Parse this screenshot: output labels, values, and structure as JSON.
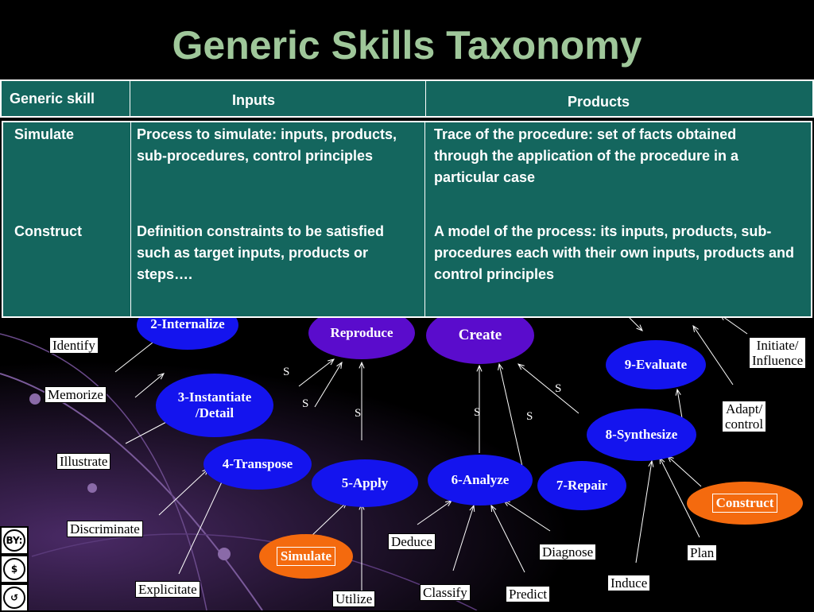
{
  "title": "Generic Skills Taxonomy",
  "table": {
    "headers": {
      "skill": "Generic  skill",
      "inputs": "Inputs",
      "products": "Products"
    },
    "rows": [
      {
        "skill": "Simulate",
        "inputs": "Process to simulate: inputs, products, sub-procedures, control principles",
        "products": "Trace of the procedure: set of facts obtained through the application of the procedure in a particular case"
      },
      {
        "skill": "Construct",
        "inputs": "Definition constraints to be satisfied such as target inputs, products or steps….",
        "products": "A model of the process: its inputs, products, sub-procedures each with their own inputs, products and control principles"
      }
    ]
  },
  "nodes": {
    "internalize": "2-Internalize",
    "reproduce": "Reproduce",
    "create": "Create",
    "evaluate": "9-Evaluate",
    "instantiate": "3-Instantiate\n/Detail",
    "synthesize": "8-Synthesize",
    "transpose": "4-Transpose",
    "apply": "5-Apply",
    "analyze": "6-Analyze",
    "repair": "7-Repair",
    "simulate": "Simulate",
    "construct": "Construct"
  },
  "leaves": {
    "identify": "Identify",
    "memorize": "Memorize",
    "illustrate": "Illustrate",
    "discriminate": "Discriminate",
    "explicitate": "Explicitate",
    "utilize": "Utilize",
    "deduce": "Deduce",
    "classify": "Classify",
    "predict": "Predict",
    "diagnose": "Diagnose",
    "induce": "Induce",
    "plan": "Plan",
    "adapt": "Adapt/\ncontrol",
    "initiate": "Initiate/\nInfluence"
  },
  "s_label": "S",
  "license_icons": [
    "BY:",
    "$",
    "↺"
  ],
  "colors": {
    "title": "#9fc79a",
    "table_bg": "#14665e",
    "node_blue": "#1414ee",
    "node_purple": "#5a0ccc",
    "node_orange": "#f46a0e"
  }
}
